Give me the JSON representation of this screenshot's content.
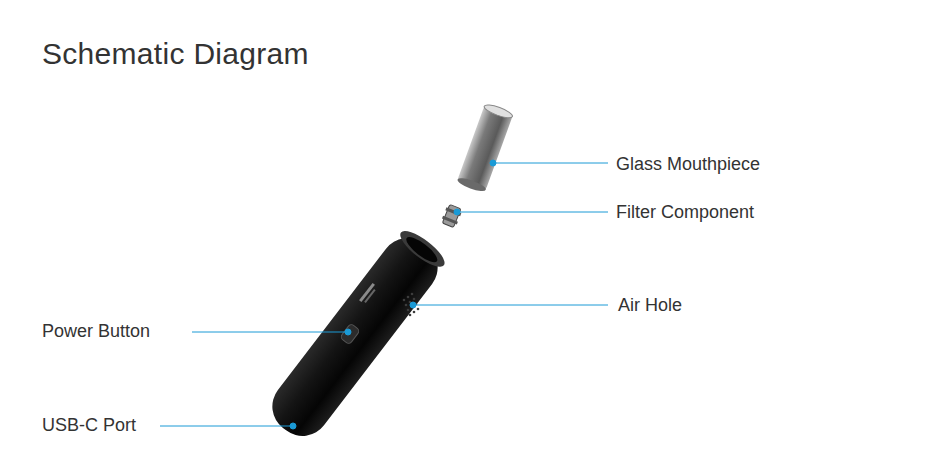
{
  "diagram": {
    "title": "Schematic Diagram",
    "labels": [
      "Glass Mouthpiece",
      "Filter Component",
      "Air Hole",
      "Power Button",
      "USB-C Port"
    ]
  }
}
